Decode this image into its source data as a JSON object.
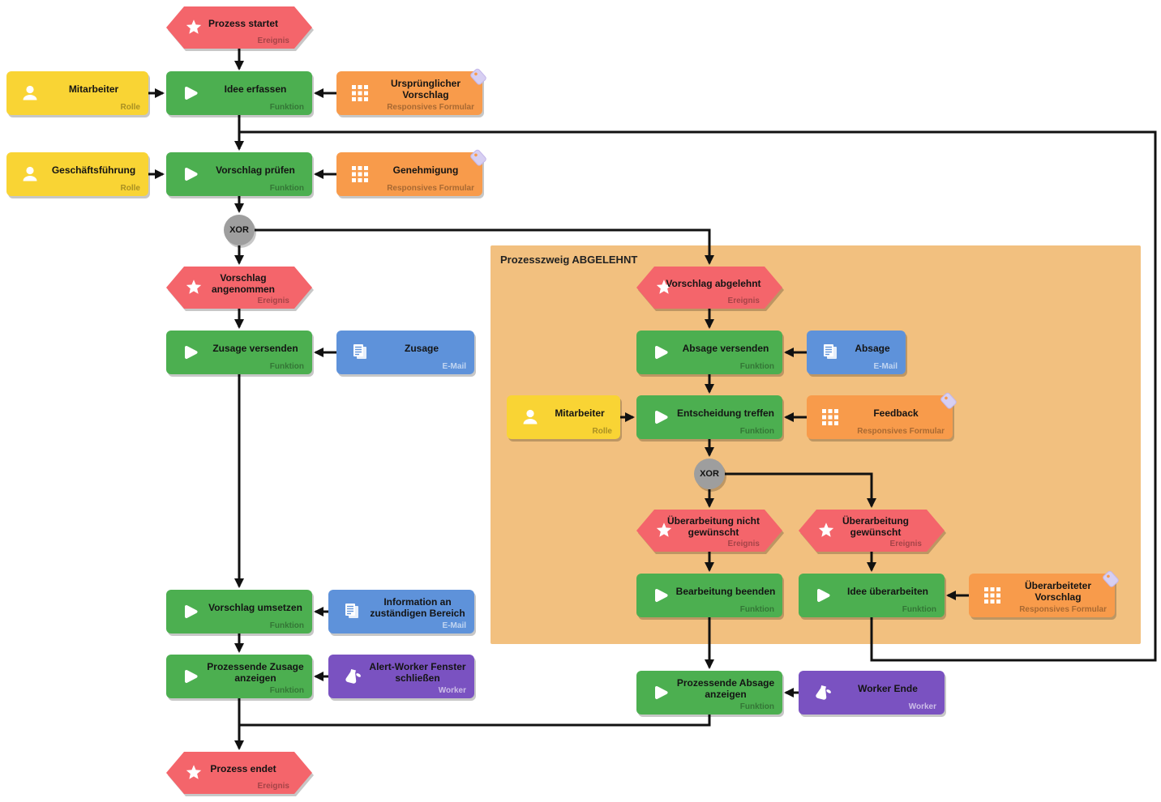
{
  "diagram": {
    "region_label": "Prozesszweig ABGELEHNT",
    "type_labels": {
      "event": "Ereignis",
      "function": "Funktion",
      "role": "Rolle",
      "form": "Responsives Formular",
      "email": "E-Mail",
      "worker": "Worker"
    },
    "colors": {
      "c-event": "#f4656b",
      "c-function": "#4caf50",
      "c-role": "#f9d434",
      "c-form": "#f89b4b",
      "c-email": "#5e92da",
      "c-worker": "#7a52c1",
      "c-region": "#f2c07f",
      "c-xor": "#9e9e9e",
      "c-line": "#111111"
    },
    "nodes": [
      {
        "id": "event-prozess-startet",
        "type": "event",
        "label": "Prozess startet"
      },
      {
        "id": "role-mitarbeiter-1",
        "type": "role",
        "label": "Mitarbeiter"
      },
      {
        "id": "function-idee-erfassen",
        "type": "function",
        "label": "Idee erfassen"
      },
      {
        "id": "form-urspruenglicher-vorschlag",
        "type": "form",
        "label": "Ursprünglicher Vorschlag"
      },
      {
        "id": "role-geschaeftsfuehrung",
        "type": "role",
        "label": "Geschäftsführung"
      },
      {
        "id": "function-vorschlag-pruefen",
        "type": "function",
        "label": "Vorschlag prüfen"
      },
      {
        "id": "form-genehmigung",
        "type": "form",
        "label": "Genehmigung"
      },
      {
        "id": "xor-1",
        "type": "xor",
        "label": "XOR"
      },
      {
        "id": "event-vorschlag-angenommen",
        "type": "event",
        "label": "Vorschlag angenommen"
      },
      {
        "id": "function-zusage-versenden",
        "type": "function",
        "label": "Zusage versenden"
      },
      {
        "id": "email-zusage",
        "type": "email",
        "label": "Zusage"
      },
      {
        "id": "function-vorschlag-umsetzen",
        "type": "function",
        "label": "Vorschlag umsetzen"
      },
      {
        "id": "email-information-bereich",
        "type": "email",
        "label": "Information an zuständigen Bereich"
      },
      {
        "id": "function-prozessende-zusage-anzeigen",
        "type": "function",
        "label": "Prozessende Zusage anzeigen"
      },
      {
        "id": "worker-alert-fenster-schliessen",
        "type": "worker",
        "label": "Alert-Worker Fenster schließen"
      },
      {
        "id": "event-prozess-endet",
        "type": "event",
        "label": "Prozess endet"
      },
      {
        "id": "event-vorschlag-abgelehnt",
        "type": "event",
        "label": "Vorschlag abgelehnt"
      },
      {
        "id": "function-absage-versenden",
        "type": "function",
        "label": "Absage versenden"
      },
      {
        "id": "email-absage",
        "type": "email",
        "label": "Absage"
      },
      {
        "id": "role-mitarbeiter-2",
        "type": "role",
        "label": "Mitarbeiter"
      },
      {
        "id": "function-entscheidung-treffen",
        "type": "function",
        "label": "Entscheidung treffen"
      },
      {
        "id": "form-feedback",
        "type": "form",
        "label": "Feedback"
      },
      {
        "id": "xor-2",
        "type": "xor",
        "label": "XOR"
      },
      {
        "id": "event-ueberarbeitung-nicht-gewuenscht",
        "type": "event",
        "label": "Überarbeitung nicht gewünscht"
      },
      {
        "id": "event-ueberarbeitung-gewuenscht",
        "type": "event",
        "label": "Überarbeitung gewünscht"
      },
      {
        "id": "function-bearbeitung-beenden",
        "type": "function",
        "label": "Bearbeitung beenden"
      },
      {
        "id": "function-idee-ueberarbeiten",
        "type": "function",
        "label": "Idee überarbeiten"
      },
      {
        "id": "form-ueberarbeiteter-vorschlag",
        "type": "form",
        "label": "Überarbeiteter Vorschlag"
      },
      {
        "id": "function-prozessende-absage-anzeigen",
        "type": "function",
        "label": "Prozessende Absage anzeigen"
      },
      {
        "id": "worker-ende",
        "type": "worker",
        "label": "Worker Ende"
      }
    ]
  }
}
